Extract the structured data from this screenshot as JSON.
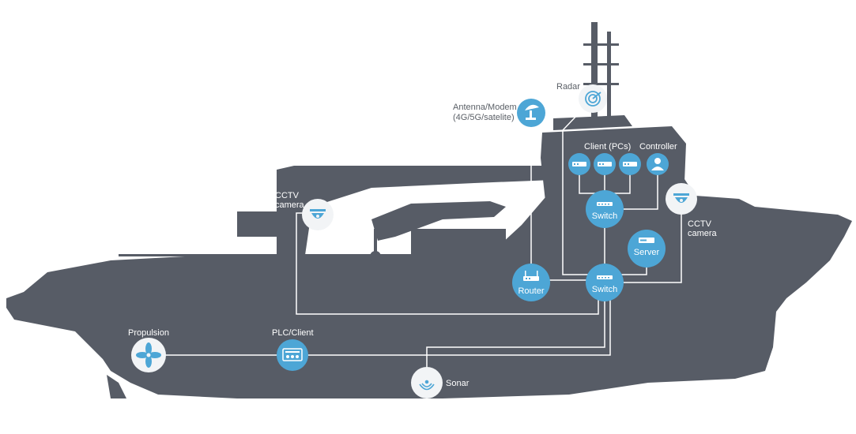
{
  "colors": {
    "hull": "#575c66",
    "line": "#ffffff",
    "node_blue": "#4da6d6",
    "node_light": "#f2f4f6",
    "icon_blue": "#4da6d6",
    "label_dark": "#5a5f66",
    "label_light": "#ffffff"
  },
  "labels": {
    "radar": "Radar",
    "antenna_line1": "Antenna/Modem",
    "antenna_line2": "(4G/5G/satelite)",
    "client_pcs": "Client (PCs)",
    "controller": "Controller",
    "switch_top": "Switch",
    "cctv_left_line1": "CCTV",
    "cctv_left_line2": "camera",
    "cctv_right_line1": "CCTV",
    "cctv_right_line2": "camera",
    "server": "Server",
    "router": "Router",
    "switch_main": "Switch",
    "propulsion": "Propulsion",
    "plc_client": "PLC/Client",
    "sonar": "Sonar"
  },
  "icons": {
    "radar": "radar-icon",
    "antenna": "satellite-dish-icon",
    "client_pc": "pc-icon",
    "controller": "user-icon",
    "switch": "network-switch-icon",
    "cctv": "dome-camera-icon",
    "server": "server-icon",
    "router": "router-icon",
    "propulsion": "propeller-icon",
    "plc": "plc-icon",
    "sonar": "sonar-icon"
  }
}
